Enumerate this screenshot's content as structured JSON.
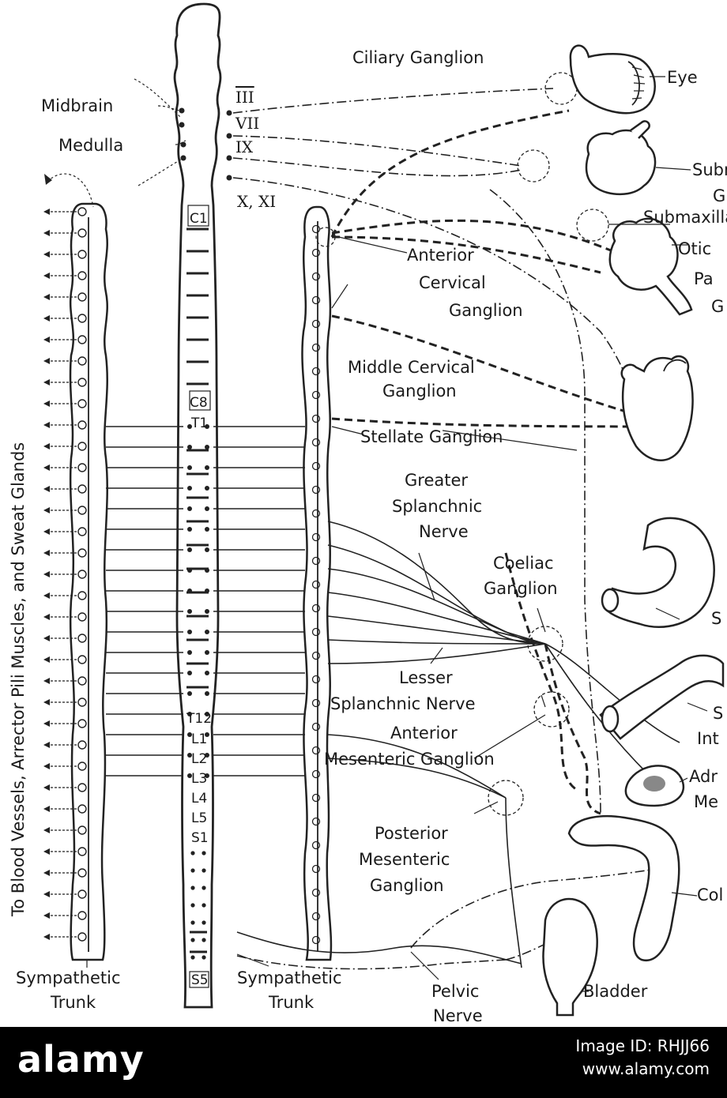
{
  "labels": {
    "ciliary_ganglion": "Ciliary Ganglion",
    "eye": "Eye",
    "midbrain": "Midbrain",
    "medulla": "Medulla",
    "submaxillary_gland": "Subr",
    "submaxillary_gland_2": "G",
    "submaxillary_ganglion": "Submaxilla",
    "otic": "Otic",
    "parotid": "Pa",
    "parotid_2": "G",
    "anterior_cervical": [
      "Anterior",
      "Cervical",
      "Ganglion"
    ],
    "middle_cervical": [
      "Middle Cervical",
      "Ganglion"
    ],
    "stellate": "Stellate Ganglion",
    "greater_splanchnic": [
      "Greater",
      "Splanchnic",
      "Nerve"
    ],
    "coeliac": [
      "Coeliac",
      "Ganglion"
    ],
    "stomach": "S",
    "lesser_splanchnic": [
      "Lesser",
      "Splanchnic Nerve"
    ],
    "small_intestine": [
      "S",
      "Int"
    ],
    "anterior_mesenteric": [
      "Anterior",
      "Mesenteric Ganglion"
    ],
    "adrenal": [
      "Adr",
      "Me"
    ],
    "posterior_mesenteric": [
      "Posterior",
      "Mesenteric",
      "Ganglion"
    ],
    "colon": "Col",
    "bladder": "Bladder",
    "pelvic_nerve": [
      "Pelvic",
      "Nerve"
    ],
    "sympathetic_trunk_left": [
      "Sympathetic",
      "Trunk"
    ],
    "sympathetic_trunk_right": [
      "Sympathetic",
      "Trunk"
    ],
    "side_caption": "To Blood Vessels, Arrector Pili Muscles, and Sweat Glands"
  },
  "cranial_nerves": [
    "III",
    "VII",
    "IX",
    "X, XI"
  ],
  "segments": [
    "C1",
    "C8",
    "T1",
    "T12",
    "L1",
    "L2",
    "L3",
    "L4",
    "L5",
    "S1",
    "S5"
  ],
  "watermark": {
    "logo": "alamy",
    "image_id": "Image ID: RHJJ66",
    "url": "www.alamy.com"
  },
  "colors": {
    "ink": "#222222",
    "paper": "#ffffff",
    "band": "#000000"
  }
}
